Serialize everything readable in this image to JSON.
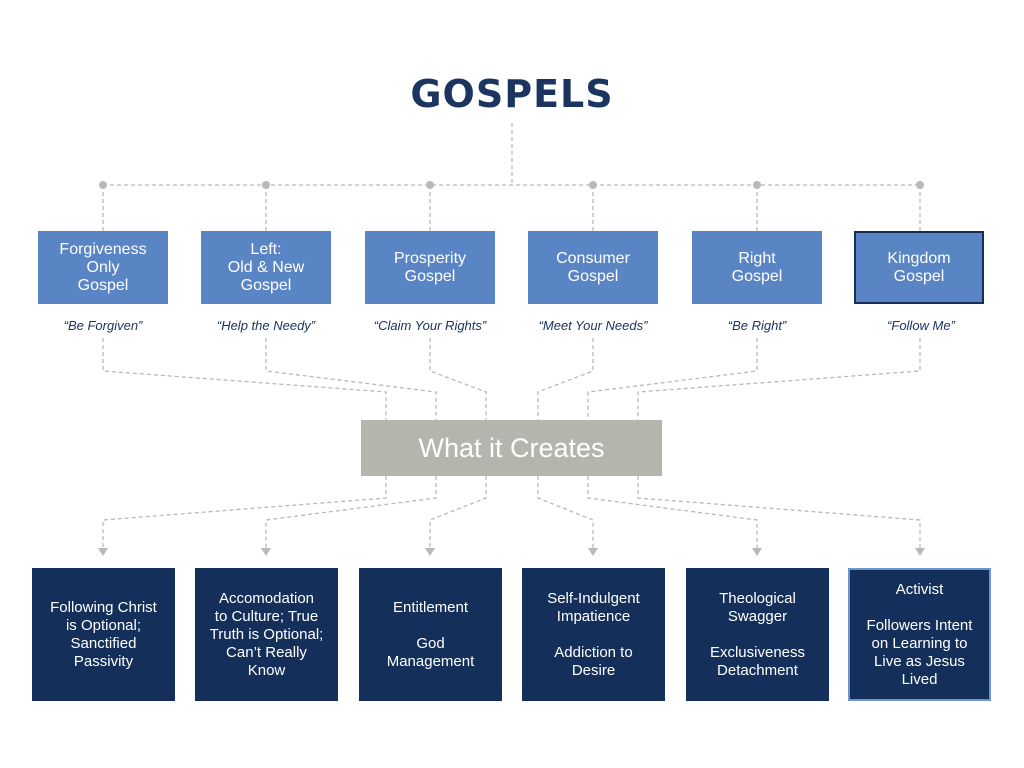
{
  "title": "GOSPELS",
  "center_label": "What it Creates",
  "colors": {
    "title": "#1b3560",
    "gospel_box": "#5a85c4",
    "center_box": "#b4b6ae",
    "result_box": "#14305a",
    "connector": "#b9b9b9"
  },
  "gospels": [
    {
      "label": "Forgiveness\nOnly\nGospel",
      "quote": "“Be Forgiven”"
    },
    {
      "label": "Left:\nOld & New\nGospel",
      "quote": "“Help the Needy”"
    },
    {
      "label": "Prosperity\nGospel",
      "quote": "“Claim Your Rights”"
    },
    {
      "label": "Consumer\nGospel",
      "quote": "“Meet Your Needs”"
    },
    {
      "label": "Right\nGospel",
      "quote": "“Be Right”"
    },
    {
      "label": "Kingdom\nGospel",
      "quote": "“Follow Me”"
    }
  ],
  "results": [
    {
      "lines": [
        "Following Christ\nis Optional;\nSanctified\nPassivity"
      ]
    },
    {
      "lines": [
        "Accomodation\nto Culture; True\nTruth is Optional;\nCan’t Really\nKnow"
      ]
    },
    {
      "lines": [
        "Entitlement",
        "God\nManagement"
      ]
    },
    {
      "lines": [
        "Self-Indulgent\nImpatience",
        "Addiction to\nDesire"
      ]
    },
    {
      "lines": [
        "Theological\nSwagger",
        "Exclusiveness\nDetachment"
      ]
    },
    {
      "lines": [
        "Activist",
        "Followers Intent\non Learning to\nLive as Jesus\nLived"
      ]
    }
  ]
}
